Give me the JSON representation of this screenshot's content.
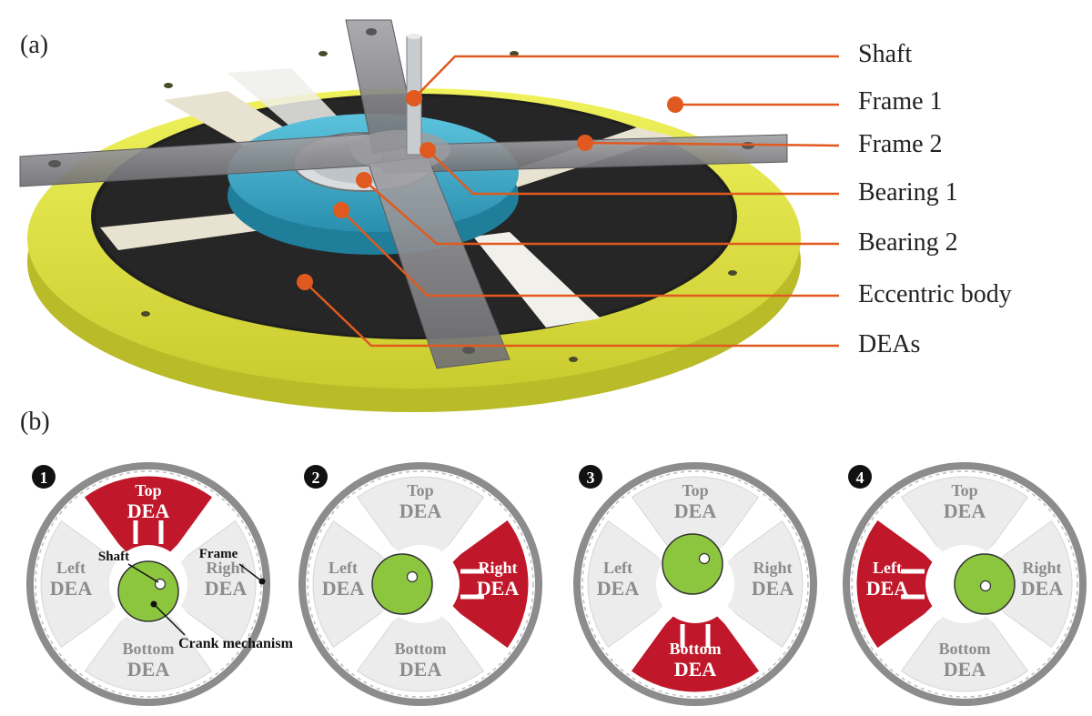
{
  "panel_a": {
    "label": "(a)",
    "callouts": [
      {
        "id": "shaft",
        "text": "Shaft"
      },
      {
        "id": "frame1",
        "text": "Frame 1"
      },
      {
        "id": "frame2",
        "text": "Frame 2"
      },
      {
        "id": "bearing1",
        "text": "Bearing 1"
      },
      {
        "id": "bearing2",
        "text": "Bearing 2"
      },
      {
        "id": "eccentric",
        "text": "Eccentric body"
      },
      {
        "id": "deas",
        "text": "DEAs"
      }
    ],
    "colors": {
      "frame1": "#e4e64a",
      "bearing": "#37a6c4",
      "frame2": "#8a8a8c",
      "dea": "#2a2a2a",
      "callout": "#e05a1f"
    }
  },
  "panel_b": {
    "label": "(b)",
    "colors": {
      "active": "#c0182a",
      "crank": "#8cc63f",
      "inactive": "#ececec",
      "ring": "#8c8c8c",
      "arrow": "#ffffff"
    },
    "steps": [
      {
        "number": "1",
        "active": "top",
        "top": [
          "Top",
          "DEA"
        ],
        "left": [
          "Left",
          "DEA"
        ],
        "right": [
          "Right",
          "DEA"
        ],
        "bottom": [
          "Bottom",
          "DEA"
        ],
        "annotations": {
          "shaft": "Shaft",
          "frame": "Frame",
          "crank": "Crank mechanism"
        }
      },
      {
        "number": "2",
        "active": "right",
        "top": [
          "Top",
          "DEA"
        ],
        "left": [
          "Left",
          "DEA"
        ],
        "right": [
          "Right",
          "DEA"
        ],
        "bottom": [
          "Bottom",
          "DEA"
        ]
      },
      {
        "number": "3",
        "active": "bottom",
        "top": [
          "Top",
          "DEA"
        ],
        "left": [
          "Left",
          "DEA"
        ],
        "right": [
          "Right",
          "DEA"
        ],
        "bottom": [
          "Bottom",
          "DEA"
        ]
      },
      {
        "number": "4",
        "active": "left",
        "top": [
          "Top",
          "DEA"
        ],
        "left": [
          "Left",
          "DEA"
        ],
        "right": [
          "Right",
          "DEA"
        ],
        "bottom": [
          "Bottom",
          "DEA"
        ]
      }
    ]
  }
}
